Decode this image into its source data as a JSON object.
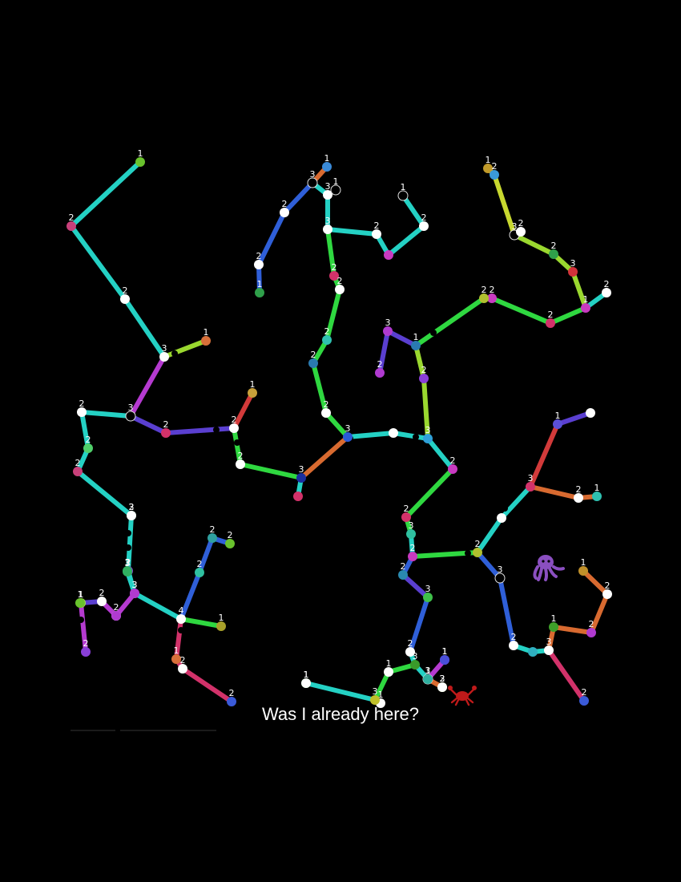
{
  "caption": "Was I already here?",
  "colors": {
    "background": "#000000",
    "teal": "#24d1c4",
    "green": "#2fd840",
    "blue": "#2f5fd8",
    "indigo": "#5a3fd0",
    "purple": "#b53ad0",
    "red": "#d23a3a",
    "orange": "#d86a30",
    "lime": "#9ad82f",
    "yellowgreen": "#c8d82f",
    "crimson": "#d2326a",
    "white": "#ffffff"
  },
  "creatures": [
    {
      "icon": "octopus-icon",
      "color": "#8a4fc0"
    },
    {
      "icon": "crab-icon",
      "color": "#c01a1a"
    }
  ],
  "nodes": [
    {
      "id": "a1",
      "label": "1",
      "color": "#69c22d"
    },
    {
      "id": "a2",
      "label": "2",
      "color": "#c8407a"
    },
    {
      "id": "a3",
      "label": "2",
      "color": "#ffffff"
    },
    {
      "id": "a4",
      "label": "3",
      "color": "#ffffff"
    },
    {
      "id": "a5",
      "label": "1",
      "color": "#d8703a"
    },
    {
      "id": "a6",
      "label": "3",
      "color": "#000000"
    },
    {
      "id": "a7",
      "label": "2",
      "color": "#ffffff"
    },
    {
      "id": "a8",
      "label": "2",
      "color": "#4fcf6a"
    },
    {
      "id": "a9",
      "label": "2",
      "color": "#c8407a"
    },
    {
      "id": "a10",
      "label": "2",
      "color": "#d2326a"
    },
    {
      "id": "a11",
      "label": "2",
      "color": "#ffffff"
    },
    {
      "id": "a12",
      "label": "2",
      "color": "#ffffff"
    },
    {
      "id": "a13",
      "label": "2",
      "color": "#8a3fd8"
    },
    {
      "id": "a14",
      "label": "3",
      "color": "#b03ad0"
    },
    {
      "id": "a15",
      "label": "3",
      "color": "#3fc07a"
    },
    {
      "id": "a16",
      "label": "1",
      "color": "#c8a03a"
    },
    {
      "id": "a17",
      "label": "2",
      "color": "#ffffff"
    },
    {
      "id": "a18",
      "label": "3",
      "color": "#1a2fa0"
    },
    {
      "id": "a19",
      "label": "",
      "color": "#d2326a"
    },
    {
      "id": "b1",
      "label": "1",
      "color": "#3a8ad8"
    },
    {
      "id": "b2",
      "label": "3",
      "color": "#000000"
    },
    {
      "id": "b3",
      "label": "3",
      "color": "#ffffff"
    },
    {
      "id": "b4",
      "label": "1",
      "color": "#000000"
    },
    {
      "id": "b5",
      "label": "2",
      "color": "#ffffff"
    },
    {
      "id": "b6",
      "label": "2",
      "color": "#ffffff"
    },
    {
      "id": "b7",
      "label": "1",
      "color": "#2fa04a"
    },
    {
      "id": "b8",
      "label": "3",
      "color": "#ffffff"
    },
    {
      "id": "b9",
      "label": "2",
      "color": "#ffffff"
    },
    {
      "id": "b10",
      "label": "",
      "color": "#c83ac0"
    },
    {
      "id": "b11",
      "label": "2",
      "color": "#ffffff"
    },
    {
      "id": "b12",
      "label": "1",
      "color": "#000000"
    },
    {
      "id": "b13",
      "label": "2",
      "color": "#d2326a"
    },
    {
      "id": "b14",
      "label": "2",
      "color": "#ffffff"
    },
    {
      "id": "b15",
      "label": "2",
      "color": "#2fc0b0"
    },
    {
      "id": "b16",
      "label": "2",
      "color": "#2a7ab0"
    },
    {
      "id": "b17",
      "label": "2",
      "color": "#ffffff"
    },
    {
      "id": "b18",
      "label": "3",
      "color": "#2a5ad8"
    },
    {
      "id": "b19",
      "label": "",
      "color": "#ffffff"
    },
    {
      "id": "b20",
      "label": "3",
      "color": "#2fa0d8"
    },
    {
      "id": "c1",
      "label": "1",
      "color": "#c09a2a"
    },
    {
      "id": "c2",
      "label": "2",
      "color": "#3a9ad8"
    },
    {
      "id": "c3",
      "label": "3",
      "color": "#000000"
    },
    {
      "id": "c4",
      "label": "2",
      "color": "#ffffff"
    },
    {
      "id": "c5",
      "label": "2",
      "color": "#2fa04a"
    },
    {
      "id": "c6",
      "label": "3",
      "color": "#d2323a"
    },
    {
      "id": "c7",
      "label": "1",
      "color": "#c83ac0"
    },
    {
      "id": "c8",
      "label": "2",
      "color": "#ffffff"
    },
    {
      "id": "c9",
      "label": "2",
      "color": "#c83ac0"
    },
    {
      "id": "c10",
      "label": "2",
      "color": "#b0c02f"
    },
    {
      "id": "c11",
      "label": "2",
      "color": "#d2326a"
    },
    {
      "id": "c12",
      "label": "3",
      "color": "#b03ad0"
    },
    {
      "id": "c13",
      "label": "1",
      "color": "#2a7ab0"
    },
    {
      "id": "c14",
      "label": "2",
      "color": "#b03ad0"
    },
    {
      "id": "c15",
      "label": "2",
      "color": "#8a3fd8"
    },
    {
      "id": "d1",
      "label": "2",
      "color": "#c83ac0"
    },
    {
      "id": "d2",
      "label": "2",
      "color": "#d2326a"
    },
    {
      "id": "d3",
      "label": "3",
      "color": "#2fc0a0"
    },
    {
      "id": "d4",
      "label": "2",
      "color": "#c83ac0"
    },
    {
      "id": "d5",
      "label": "2",
      "color": "#b0c02f"
    },
    {
      "id": "d6",
      "label": "2",
      "color": "#2a8ab0"
    },
    {
      "id": "d7",
      "label": "3",
      "color": "#3fc04a"
    },
    {
      "id": "d8",
      "label": "",
      "color": "#ffffff"
    },
    {
      "id": "d9",
      "label": "3",
      "color": "#d2326a"
    },
    {
      "id": "d10",
      "label": "2",
      "color": "#ffffff"
    },
    {
      "id": "d11",
      "label": "1",
      "color": "#5a4fd8"
    },
    {
      "id": "d12",
      "label": "",
      "color": "#ffffff"
    },
    {
      "id": "d13",
      "label": "1",
      "color": "#2fc0b0"
    },
    {
      "id": "d14",
      "label": "3",
      "color": "#000000"
    },
    {
      "id": "d15",
      "label": "2",
      "color": "#ffffff"
    },
    {
      "id": "d16",
      "label": "",
      "color": "#2fb0c0"
    },
    {
      "id": "d17",
      "label": "3",
      "color": "#ffffff"
    },
    {
      "id": "d18",
      "label": "1",
      "color": "#3fa02a"
    },
    {
      "id": "d19",
      "label": "1",
      "color": "#c0902a"
    },
    {
      "id": "d20",
      "label": "2",
      "color": "#ffffff"
    },
    {
      "id": "d21",
      "label": "2",
      "color": "#b03ad0"
    },
    {
      "id": "d22",
      "label": "2",
      "color": "#3a5ad8"
    },
    {
      "id": "e1",
      "label": "2",
      "color": "#ffffff"
    },
    {
      "id": "e2",
      "label": "3",
      "color": "#3a9a2a"
    },
    {
      "id": "e3",
      "label": "1",
      "color": "#ffffff"
    },
    {
      "id": "e4",
      "label": "1",
      "color": "#6a3ad8"
    },
    {
      "id": "e5",
      "label": "3",
      "color": "#000000"
    },
    {
      "id": "e6",
      "label": "3",
      "color": "#a0c02a"
    },
    {
      "id": "e7",
      "label": "1",
      "color": "#ffffff"
    },
    {
      "id": "e8",
      "label": "3",
      "color": "#c0c02a"
    },
    {
      "id": "e9",
      "label": "1",
      "color": "#2fc02a"
    },
    {
      "id": "e10",
      "label": "1",
      "color": "#ffffff"
    },
    {
      "id": "f1",
      "label": "3",
      "color": "#2fb060"
    },
    {
      "id": "f2",
      "label": "2",
      "color": "#ffffff"
    },
    {
      "id": "f3",
      "label": "2",
      "color": "#ffffff"
    },
    {
      "id": "f4",
      "label": "1",
      "color": "#a8d85a"
    },
    {
      "id": "f5",
      "label": "2",
      "color": "#8a3fd8"
    },
    {
      "id": "f6",
      "label": "2",
      "color": "#2fc0a0"
    },
    {
      "id": "f7",
      "label": "3",
      "color": "#b03ad0"
    },
    {
      "id": "f8",
      "label": "4",
      "color": "#ffffff"
    },
    {
      "id": "f9",
      "label": "2",
      "color": "#2fa0a0"
    },
    {
      "id": "f10",
      "label": "2",
      "color": "#69c22d"
    },
    {
      "id": "f11",
      "label": "1",
      "color": "#a8a02a"
    },
    {
      "id": "f12",
      "label": "1",
      "color": "#d8703a"
    },
    {
      "id": "f13",
      "label": "2",
      "color": "#ffffff"
    },
    {
      "id": "f14",
      "label": "2",
      "color": "#3a5ad8"
    },
    {
      "id": "f15",
      "label": "1",
      "color": "#69c22d"
    },
    {
      "id": "f16",
      "label": "3",
      "color": "#2fb060"
    },
    {
      "id": "f17",
      "label": "",
      "color": "#b03ad0"
    },
    {
      "id": "g1",
      "label": "1",
      "color": "#2fb0a0"
    },
    {
      "id": "g2",
      "label": "2",
      "color": "#ffffff"
    },
    {
      "id": "g3",
      "label": "1",
      "color": "#4a4fd8"
    }
  ]
}
